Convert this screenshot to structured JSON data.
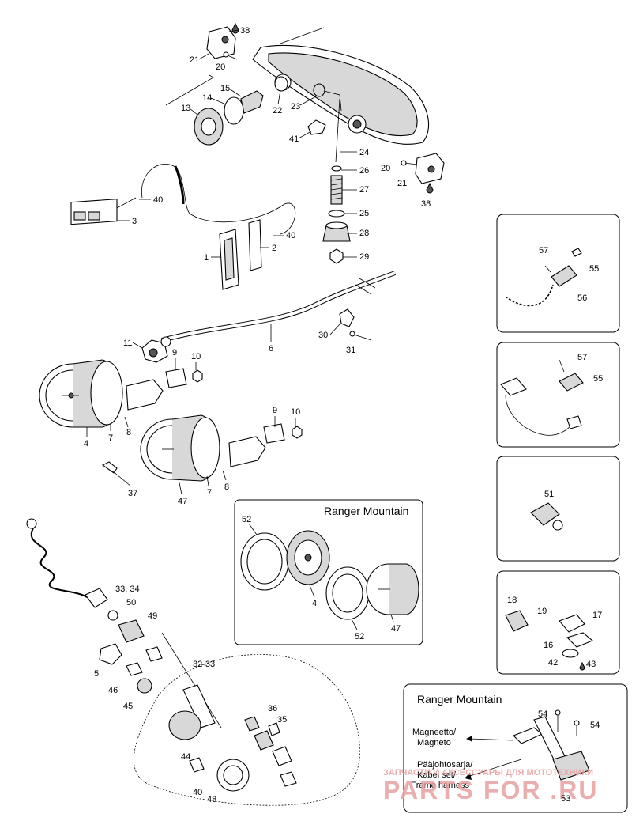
{
  "callouts": [
    {
      "id": "c38a",
      "text": "38"
    },
    {
      "id": "c21a",
      "text": "21"
    },
    {
      "id": "c20a",
      "text": "20"
    },
    {
      "id": "c15",
      "text": "15"
    },
    {
      "id": "c14",
      "text": "14"
    },
    {
      "id": "c13",
      "text": "13"
    },
    {
      "id": "c22",
      "text": "22"
    },
    {
      "id": "c23",
      "text": "23"
    },
    {
      "id": "c41",
      "text": "41"
    },
    {
      "id": "c24",
      "text": "24"
    },
    {
      "id": "c20b",
      "text": "20"
    },
    {
      "id": "c26",
      "text": "26"
    },
    {
      "id": "c21b",
      "text": "21"
    },
    {
      "id": "c27",
      "text": "27"
    },
    {
      "id": "c38b",
      "text": "38"
    },
    {
      "id": "c25",
      "text": "25"
    },
    {
      "id": "c28",
      "text": "28"
    },
    {
      "id": "c29",
      "text": "29"
    },
    {
      "id": "c40a",
      "text": "40"
    },
    {
      "id": "c3",
      "text": "3"
    },
    {
      "id": "c40b",
      "text": "40"
    },
    {
      "id": "c1",
      "text": "1"
    },
    {
      "id": "c2",
      "text": "2"
    },
    {
      "id": "c30",
      "text": "30"
    },
    {
      "id": "c6",
      "text": "6"
    },
    {
      "id": "c31",
      "text": "31"
    },
    {
      "id": "c11",
      "text": "11"
    },
    {
      "id": "c9a",
      "text": "9"
    },
    {
      "id": "c10a",
      "text": "10"
    },
    {
      "id": "c4a",
      "text": "4"
    },
    {
      "id": "c7a",
      "text": "7"
    },
    {
      "id": "c8a",
      "text": "8"
    },
    {
      "id": "c9b",
      "text": "9"
    },
    {
      "id": "c10b",
      "text": "10"
    },
    {
      "id": "c37",
      "text": "37"
    },
    {
      "id": "c47a",
      "text": "47"
    },
    {
      "id": "c7b",
      "text": "7"
    },
    {
      "id": "c8b",
      "text": "8"
    },
    {
      "id": "c52a",
      "text": "52"
    },
    {
      "id": "c4b",
      "text": "4"
    },
    {
      "id": "c52b",
      "text": "52"
    },
    {
      "id": "c47b",
      "text": "47"
    },
    {
      "id": "c3334",
      "text": "33, 34"
    },
    {
      "id": "c50",
      "text": "50"
    },
    {
      "id": "c49",
      "text": "49"
    },
    {
      "id": "c3233",
      "text": "32-33"
    },
    {
      "id": "c5",
      "text": "5"
    },
    {
      "id": "c46",
      "text": "46"
    },
    {
      "id": "c45",
      "text": "45"
    },
    {
      "id": "c36",
      "text": "36"
    },
    {
      "id": "c35",
      "text": "35"
    },
    {
      "id": "c44",
      "text": "44"
    },
    {
      "id": "c40c",
      "text": "40"
    },
    {
      "id": "c48",
      "text": "48"
    },
    {
      "id": "c57a",
      "text": "57"
    },
    {
      "id": "c55a",
      "text": "55"
    },
    {
      "id": "c56",
      "text": "56"
    },
    {
      "id": "c57b",
      "text": "57"
    },
    {
      "id": "c55b",
      "text": "55"
    },
    {
      "id": "c51",
      "text": "51"
    },
    {
      "id": "c18",
      "text": "18"
    },
    {
      "id": "c19",
      "text": "19"
    },
    {
      "id": "c17",
      "text": "17"
    },
    {
      "id": "c16",
      "text": "16"
    },
    {
      "id": "c42",
      "text": "42"
    },
    {
      "id": "c43",
      "text": "43"
    },
    {
      "id": "c54a",
      "text": "54"
    },
    {
      "id": "c54b",
      "text": "54"
    },
    {
      "id": "c53",
      "text": "53"
    }
  ],
  "panels": {
    "gauge_ranger_title": "Ranger Mountain",
    "regulator_ranger_title": "Ranger Mountain"
  },
  "labels": {
    "magneto_line1": "Magneetto/",
    "magneto_line2": "Magneto",
    "harness_line1": "Pääjohtosarja/",
    "harness_line2": "Kabel set/",
    "harness_line3": "Frame harness"
  },
  "watermark": {
    "top": "ЗАПЧАСТИ И АКСЕССУАРЫ ДЛЯ МОТОТЕХНИКИ",
    "logo": "PARTS FOR .RU",
    "color": "#e8a0a0"
  }
}
